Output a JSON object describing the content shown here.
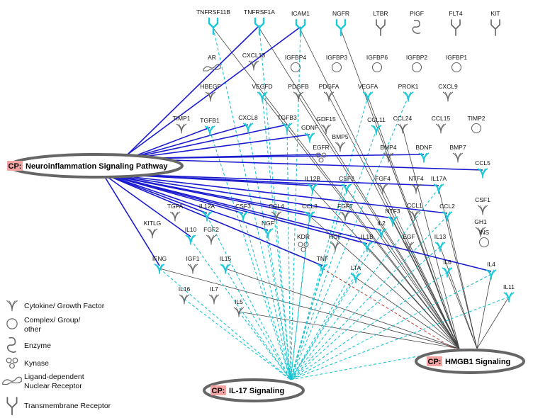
{
  "hubs": [
    {
      "id": "neuro",
      "tag": "CP:",
      "label": "Neuroinflammation Signaling Pathway"
    },
    {
      "id": "hmgb1",
      "tag": "CP:",
      "label": "HMGB1 Signaling"
    },
    {
      "id": "il17",
      "tag": "CP:",
      "label": "IL-17 Signaling"
    }
  ],
  "nodes": [
    {
      "id": "TNFRSF11B",
      "type": "receptor",
      "highlighted": true
    },
    {
      "id": "TNFRSF1A",
      "type": "receptor",
      "highlighted": true
    },
    {
      "id": "ICAM1",
      "type": "receptor",
      "highlighted": true
    },
    {
      "id": "NGFR",
      "type": "receptor",
      "highlighted": true
    },
    {
      "id": "LTBR",
      "type": "receptor",
      "highlighted": false
    },
    {
      "id": "PIGF",
      "type": "enzyme",
      "highlighted": false
    },
    {
      "id": "FLT4",
      "type": "receptor",
      "highlighted": false
    },
    {
      "id": "KIT",
      "type": "receptor",
      "highlighted": false
    },
    {
      "id": "AR",
      "type": "nuclear",
      "highlighted": false
    },
    {
      "id": "CXCL13",
      "type": "cytokine",
      "highlighted": false
    },
    {
      "id": "IGFBP4",
      "type": "complex",
      "highlighted": false
    },
    {
      "id": "IGFBP3",
      "type": "complex",
      "highlighted": false
    },
    {
      "id": "IGFBP6",
      "type": "complex",
      "highlighted": false
    },
    {
      "id": "IGFBP2",
      "type": "complex",
      "highlighted": false
    },
    {
      "id": "IGFBP1",
      "type": "complex",
      "highlighted": false
    },
    {
      "id": "HBEGF",
      "type": "cytokine",
      "highlighted": false
    },
    {
      "id": "VEGFD",
      "type": "cytokine",
      "highlighted": true
    },
    {
      "id": "PDGFB",
      "type": "cytokine",
      "highlighted": false
    },
    {
      "id": "PDGFA",
      "type": "cytokine",
      "highlighted": false
    },
    {
      "id": "VEGFA",
      "type": "cytokine",
      "highlighted": true
    },
    {
      "id": "PROK1",
      "type": "cytokine",
      "highlighted": true
    },
    {
      "id": "CXCL9",
      "type": "cytokine",
      "highlighted": false
    },
    {
      "id": "TIMP1",
      "type": "cytokine",
      "highlighted": false
    },
    {
      "id": "TGFB1",
      "type": "cytokine",
      "highlighted": true
    },
    {
      "id": "CXCL8",
      "type": "cytokine",
      "highlighted": true
    },
    {
      "id": "TGFB3",
      "type": "cytokine",
      "highlighted": true
    },
    {
      "id": "GDF15",
      "type": "cytokine",
      "highlighted": false
    },
    {
      "id": "GDNF",
      "type": "cytokine",
      "highlighted": true
    },
    {
      "id": "CCL11",
      "type": "cytokine",
      "highlighted": true
    },
    {
      "id": "CCL24",
      "type": "cytokine",
      "highlighted": false
    },
    {
      "id": "CCL15",
      "type": "cytokine",
      "highlighted": false
    },
    {
      "id": "TIMP2",
      "type": "complex",
      "highlighted": false
    },
    {
      "id": "BMP5",
      "type": "cytokine",
      "highlighted": false
    },
    {
      "id": "EGFR",
      "type": "kinase",
      "highlighted": false
    },
    {
      "id": "BMP4",
      "type": "cytokine",
      "highlighted": false
    },
    {
      "id": "BDNF",
      "type": "cytokine",
      "highlighted": true
    },
    {
      "id": "BMP7",
      "type": "cytokine",
      "highlighted": false
    },
    {
      "id": "CCL5",
      "type": "cytokine",
      "highlighted": true
    },
    {
      "id": "IL12B",
      "type": "cytokine",
      "highlighted": true
    },
    {
      "id": "CSF2",
      "type": "cytokine",
      "highlighted": true
    },
    {
      "id": "FGF4",
      "type": "cytokine",
      "highlighted": false
    },
    {
      "id": "NTF4",
      "type": "cytokine",
      "highlighted": false
    },
    {
      "id": "IL17A",
      "type": "cytokine",
      "highlighted": true
    },
    {
      "id": "TGFA",
      "type": "cytokine",
      "highlighted": false
    },
    {
      "id": "IL12A",
      "type": "cytokine",
      "highlighted": true
    },
    {
      "id": "CSF3",
      "type": "cytokine",
      "highlighted": true
    },
    {
      "id": "CCL4",
      "type": "cytokine",
      "highlighted": false
    },
    {
      "id": "CCL3",
      "type": "cytokine",
      "highlighted": true
    },
    {
      "id": "FGF7",
      "type": "cytokine",
      "highlighted": false
    },
    {
      "id": "NTF3",
      "type": "cytokine",
      "highlighted": true
    },
    {
      "id": "CCL1",
      "type": "cytokine",
      "highlighted": false
    },
    {
      "id": "CCL2",
      "type": "cytokine",
      "highlighted": true
    },
    {
      "id": "CSF1",
      "type": "cytokine",
      "highlighted": false
    },
    {
      "id": "KITLG",
      "type": "cytokine",
      "highlighted": false
    },
    {
      "id": "IL10",
      "type": "cytokine",
      "highlighted": true
    },
    {
      "id": "FGF2",
      "type": "cytokine",
      "highlighted": false
    },
    {
      "id": "NGF",
      "type": "cytokine",
      "highlighted": true
    },
    {
      "id": "IL2",
      "type": "cytokine",
      "highlighted": true
    },
    {
      "id": "GH1",
      "type": "cytokine",
      "highlighted": false
    },
    {
      "id": "KDR",
      "type": "kinase",
      "highlighted": false
    },
    {
      "id": "HGF",
      "type": "cytokine",
      "highlighted": false
    },
    {
      "id": "IL1B",
      "type": "cytokine",
      "highlighted": true
    },
    {
      "id": "EGF",
      "type": "cytokine",
      "highlighted": false
    },
    {
      "id": "IL13",
      "type": "cytokine",
      "highlighted": true
    },
    {
      "id": "INS",
      "type": "complex",
      "highlighted": false
    },
    {
      "id": "IFNG",
      "type": "cytokine",
      "highlighted": true
    },
    {
      "id": "IGF1",
      "type": "cytokine",
      "highlighted": false
    },
    {
      "id": "IL15",
      "type": "cytokine",
      "highlighted": true
    },
    {
      "id": "TNF",
      "type": "cytokine",
      "highlighted": true
    },
    {
      "id": "LTA",
      "type": "cytokine",
      "highlighted": true
    },
    {
      "id": "IL6",
      "type": "cytokine",
      "highlighted": true
    },
    {
      "id": "IL4",
      "type": "cytokine",
      "highlighted": true
    },
    {
      "id": "IL11",
      "type": "cytokine",
      "highlighted": true
    },
    {
      "id": "IL16",
      "type": "cytokine",
      "highlighted": false
    },
    {
      "id": "IL7",
      "type": "cytokine",
      "highlighted": false
    },
    {
      "id": "IL5",
      "type": "cytokine",
      "highlighted": false
    }
  ],
  "edges": {
    "neuro": [
      "TNFRSF1A",
      "ICAM1",
      "CXCL8",
      "TGFB1",
      "TGFB3",
      "GDNF",
      "EGFR",
      "BDNF",
      "CCL5",
      "IL12B",
      "CCL2",
      "IL12A",
      "CSF3",
      "NGF",
      "CCL3",
      "IL1B",
      "NTF3",
      "IL10",
      "TNF",
      "IL4",
      "IL2",
      "IFNG",
      "CSF2",
      "IL17A"
    ],
    "il17": [
      "TNFRSF11B",
      "TNFRSF1A",
      "ICAM1",
      "VEGFD",
      "CXCL8",
      "TGFB1",
      "TGFB3",
      "CCL11",
      "VEGFA",
      "PROK1",
      "IL12B",
      "CSF2",
      "IL17A",
      "CSF3",
      "CCL3",
      "IL12A",
      "CCL2",
      "NGF",
      "IL1B",
      "IL2",
      "TNF",
      "IL6",
      "IL13",
      "IL4",
      "IL11",
      "IL10",
      "IFNG",
      "IL15",
      "IL16",
      "IL5",
      "LTA"
    ],
    "hmgb1": [
      "TNFRSF11B",
      "TNFRSF1A",
      "ICAM1",
      "NGFR",
      "VEGFD",
      "PDGFB",
      "PDGFA",
      "VEGFA",
      "CCL24",
      "BMP4",
      "CCL1",
      "IL17A",
      "NTF3",
      "CCL2",
      "EGF",
      "IL13",
      "IL6",
      "IL4",
      "IL11",
      "LTA",
      "CCL3",
      "IL1B",
      "IL2",
      "IL15",
      "IL5",
      "IFNG",
      "IL12B",
      "CSF2",
      "FGF4"
    ],
    "hmgb1_il17": true
  },
  "legend": [
    {
      "icon": "cytokine",
      "label": "Cytokine/ Growth Factor"
    },
    {
      "icon": "complex",
      "label": "Complex/ Group/ other"
    },
    {
      "icon": "enzyme",
      "label": "Enzyme"
    },
    {
      "icon": "kinase",
      "label": "Kynase"
    },
    {
      "icon": "nuclear",
      "label": "Ligand-dependent Nuclear Receptor"
    },
    {
      "icon": "receptor",
      "label": "Transmembrane Receptor"
    }
  ],
  "colors": {
    "highlight": "#1bc8d6",
    "plain_stroke": "#666666",
    "neuro_edge": "#1b1bd0",
    "il17_edge": "#19c4d2",
    "hmgb1_edge": "#444444",
    "cross_edge": "#c0392b",
    "hub_border": "#666666",
    "tag_bg": "#f4a3a3"
  }
}
